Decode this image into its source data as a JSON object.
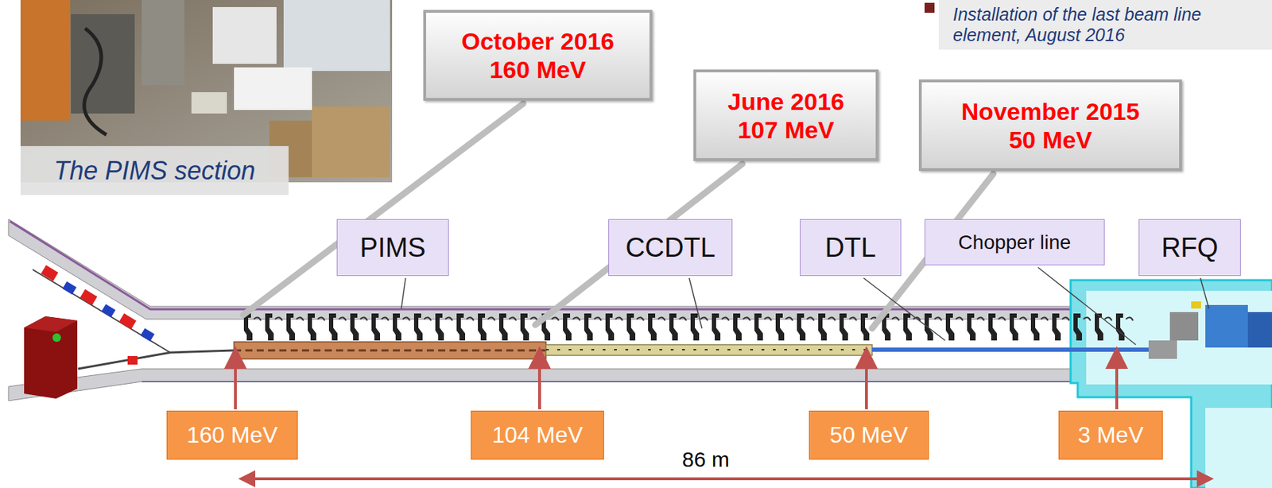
{
  "diagram": {
    "nodes": [
      {
        "text": [
          "The PIMS section"
        ]
      },
      {
        "text": [
          "Installation of the last beam line element, August 2016"
        ]
      },
      {
        "text": [
          "October 2016",
          "160 MeV"
        ]
      },
      {
        "text": [
          "June 2016",
          "107 MeV"
        ]
      },
      {
        "text": [
          "November 2015",
          "50 MeV"
        ]
      },
      {
        "text": [
          "PIMS"
        ]
      },
      {
        "text": [
          "CCDTL"
        ]
      },
      {
        "text": [
          "DTL"
        ]
      },
      {
        "text": [
          "Chopper line"
        ]
      },
      {
        "text": [
          "RFQ"
        ]
      },
      {
        "text": [
          "160 MeV"
        ]
      },
      {
        "text": [
          "104 MeV"
        ]
      },
      {
        "text": [
          "50 MeV"
        ]
      },
      {
        "text": [
          "3 MeV"
        ]
      }
    ],
    "labels": [
      "86 m"
    ]
  }
}
